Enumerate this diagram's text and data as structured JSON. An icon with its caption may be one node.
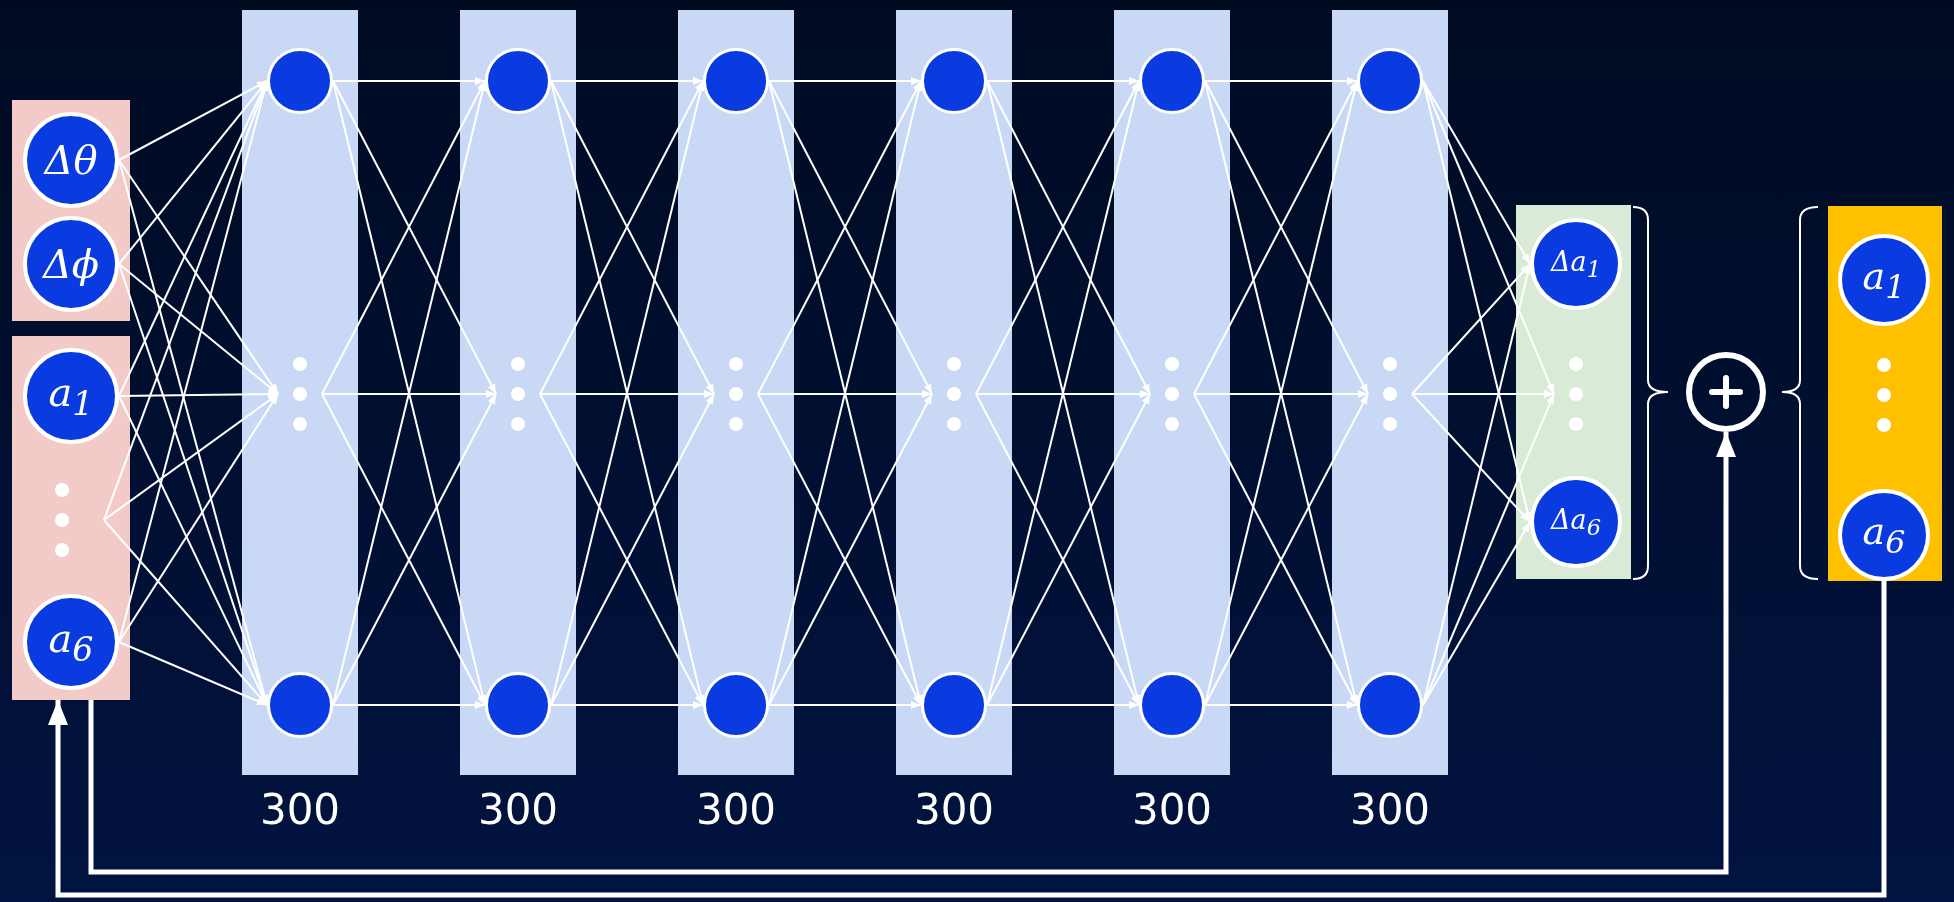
{
  "diagram": {
    "nodes": [
      {
        "text": [],
        "shape": "box"
      },
      {
        "text": [
          "Δθ"
        ],
        "in": 0
      },
      {
        "text": [
          "Δϕ"
        ],
        "in": 0
      },
      {
        "text": [],
        "shape": "box"
      },
      {
        "text": [
          "a$_{1}$"
        ],
        "in": 3
      },
      {
        "text": [],
        "shape": "dots",
        "in": 3
      },
      {
        "text": [
          "a$_{6}$"
        ],
        "in": 3
      },
      {
        "text": [],
        "shape": "box",
        "beside": [
          "300"
        ]
      },
      {
        "text": [],
        "shape": "circle",
        "in": 7
      },
      {
        "text": [],
        "shape": "dots",
        "in": 7
      },
      {
        "text": [],
        "shape": "circle",
        "in": 7
      },
      {
        "text": [],
        "shape": "box",
        "beside": [
          "300"
        ]
      },
      {
        "text": [],
        "shape": "circle",
        "in": 11
      },
      {
        "text": [],
        "shape": "dots",
        "in": 11
      },
      {
        "text": [],
        "shape": "circle",
        "in": 11
      },
      {
        "text": [],
        "shape": "box",
        "beside": [
          "300"
        ]
      },
      {
        "text": [],
        "shape": "circle",
        "in": 15
      },
      {
        "text": [],
        "shape": "dots",
        "in": 15
      },
      {
        "text": [],
        "shape": "circle",
        "in": 15
      },
      {
        "text": [],
        "shape": "box",
        "beside": [
          "300"
        ]
      },
      {
        "text": [],
        "shape": "circle",
        "in": 19
      },
      {
        "text": [],
        "shape": "dots",
        "in": 19
      },
      {
        "text": [],
        "shape": "circle",
        "in": 19
      },
      {
        "text": [],
        "shape": "box",
        "beside": [
          "300"
        ]
      },
      {
        "text": [],
        "shape": "circle",
        "in": 23
      },
      {
        "text": [],
        "shape": "dots",
        "in": 23
      },
      {
        "text": [],
        "shape": "circle",
        "in": 23
      },
      {
        "text": [],
        "shape": "box",
        "beside": [
          "300"
        ]
      },
      {
        "text": [],
        "shape": "circle",
        "in": 27
      },
      {
        "text": [],
        "shape": "dots",
        "in": 27
      },
      {
        "text": [],
        "shape": "circle",
        "in": 27
      },
      {
        "text": [],
        "shape": "box"
      },
      {
        "text": [
          "Δa$_{1}$"
        ],
        "in": 31
      },
      {
        "text": [],
        "shape": "dots",
        "in": 31
      },
      {
        "text": [
          "Δa$_{6}$"
        ],
        "in": 31
      },
      {
        "text": [],
        "shape": "circle"
      },
      {
        "text": [],
        "shape": "box"
      },
      {
        "text": [
          "a$_{1}$"
        ],
        "in": 36
      },
      {
        "text": [],
        "shape": "dots",
        "in": 36
      },
      {
        "text": [
          "a$_{6}$"
        ],
        "in": 36
      }
    ],
    "edges": [
      {
        "from": 1,
        "to": 8,
        "arrow": "to"
      },
      {
        "from": 1,
        "to": 9,
        "arrow": "to"
      },
      {
        "from": 1,
        "to": 10,
        "arrow": "to"
      },
      {
        "from": 2,
        "to": 8,
        "arrow": "to"
      },
      {
        "from": 2,
        "to": 9,
        "arrow": "to"
      },
      {
        "from": 2,
        "to": 10,
        "arrow": "to"
      },
      {
        "from": 4,
        "to": 8,
        "arrow": "to"
      },
      {
        "from": 4,
        "to": 9,
        "arrow": "to"
      },
      {
        "from": 4,
        "to": 10,
        "arrow": "to"
      },
      {
        "from": 5,
        "to": 8,
        "arrow": "to"
      },
      {
        "from": 5,
        "to": 9,
        "arrow": "to"
      },
      {
        "from": 5,
        "to": 10,
        "arrow": "to"
      },
      {
        "from": 6,
        "to": 8,
        "arrow": "to"
      },
      {
        "from": 6,
        "to": 9,
        "arrow": "to"
      },
      {
        "from": 6,
        "to": 10,
        "arrow": "to"
      },
      {
        "from": 8,
        "to": 12,
        "arrow": "to"
      },
      {
        "from": 8,
        "to": 13,
        "arrow": "to"
      },
      {
        "from": 8,
        "to": 14,
        "arrow": "to"
      },
      {
        "from": 9,
        "to": 12,
        "arrow": "to"
      },
      {
        "from": 9,
        "to": 13,
        "arrow": "to"
      },
      {
        "from": 9,
        "to": 14,
        "arrow": "to"
      },
      {
        "from": 10,
        "to": 12,
        "arrow": "to"
      },
      {
        "from": 10,
        "to": 13,
        "arrow": "to"
      },
      {
        "from": 10,
        "to": 14,
        "arrow": "to"
      },
      {
        "from": 12,
        "to": 16,
        "arrow": "to"
      },
      {
        "from": 12,
        "to": 17,
        "arrow": "to"
      },
      {
        "from": 12,
        "to": 18,
        "arrow": "to"
      },
      {
        "from": 13,
        "to": 16,
        "arrow": "to"
      },
      {
        "from": 13,
        "to": 17,
        "arrow": "to"
      },
      {
        "from": 13,
        "to": 18,
        "arrow": "to"
      },
      {
        "from": 14,
        "to": 16,
        "arrow": "to"
      },
      {
        "from": 14,
        "to": 17,
        "arrow": "to"
      },
      {
        "from": 14,
        "to": 18,
        "arrow": "to"
      },
      {
        "from": 16,
        "to": 20,
        "arrow": "to"
      },
      {
        "from": 16,
        "to": 21,
        "arrow": "to"
      },
      {
        "from": 16,
        "to": 22,
        "arrow": "to"
      },
      {
        "from": 17,
        "to": 20,
        "arrow": "to"
      },
      {
        "from": 17,
        "to": 21,
        "arrow": "to"
      },
      {
        "from": 17,
        "to": 22,
        "arrow": "to"
      },
      {
        "from": 18,
        "to": 20,
        "arrow": "to"
      },
      {
        "from": 18,
        "to": 21,
        "arrow": "to"
      },
      {
        "from": 18,
        "to": 22,
        "arrow": "to"
      },
      {
        "from": 20,
        "to": 24,
        "arrow": "to"
      },
      {
        "from": 20,
        "to": 25,
        "arrow": "to"
      },
      {
        "from": 20,
        "to": 26,
        "arrow": "to"
      },
      {
        "from": 21,
        "to": 24,
        "arrow": "to"
      },
      {
        "from": 21,
        "to": 25,
        "arrow": "to"
      },
      {
        "from": 21,
        "to": 26,
        "arrow": "to"
      },
      {
        "from": 22,
        "to": 24,
        "arrow": "to"
      },
      {
        "from": 22,
        "to": 25,
        "arrow": "to"
      },
      {
        "from": 22,
        "to": 26,
        "arrow": "to"
      },
      {
        "from": 24,
        "to": 28,
        "arrow": "to"
      },
      {
        "from": 24,
        "to": 29,
        "arrow": "to"
      },
      {
        "from": 24,
        "to": 30,
        "arrow": "to"
      },
      {
        "from": 25,
        "to": 28,
        "arrow": "to"
      },
      {
        "from": 25,
        "to": 29,
        "arrow": "to"
      },
      {
        "from": 25,
        "to": 30,
        "arrow": "to"
      },
      {
        "from": 26,
        "to": 28,
        "arrow": "to"
      },
      {
        "from": 26,
        "to": 29,
        "arrow": "to"
      },
      {
        "from": 26,
        "to": 30,
        "arrow": "to"
      },
      {
        "from": 28,
        "to": 32,
        "arrow": "to"
      },
      {
        "from": 28,
        "to": 33,
        "arrow": "to"
      },
      {
        "from": 28,
        "to": 34,
        "arrow": "to"
      },
      {
        "from": 29,
        "to": 32,
        "arrow": "to"
      },
      {
        "from": 29,
        "to": 33,
        "arrow": "to"
      },
      {
        "from": 29,
        "to": 34,
        "arrow": "to"
      },
      {
        "from": 30,
        "to": 32,
        "arrow": "to"
      },
      {
        "from": 30,
        "to": 33,
        "arrow": "to"
      },
      {
        "from": 30,
        "to": 34,
        "arrow": "to"
      },
      {
        "from": 3,
        "to": 35,
        "arrow": "to",
        "style": "thick"
      },
      {
        "from": 36,
        "to": 3,
        "arrow": "to",
        "style": "thick"
      }
    ]
  }
}
